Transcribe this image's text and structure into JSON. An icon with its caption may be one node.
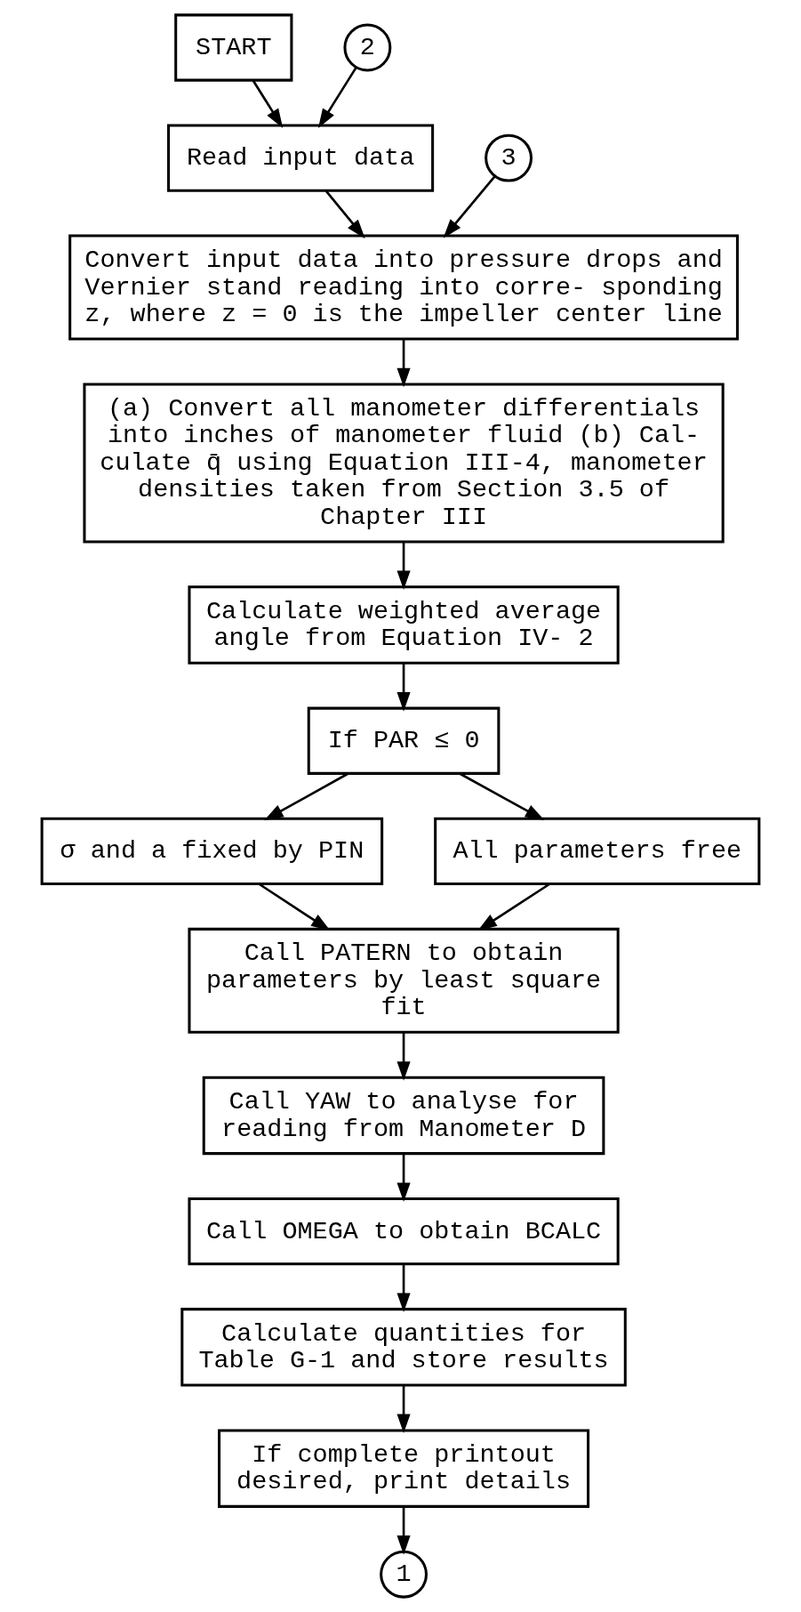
{
  "diagram": {
    "nodes": [
      {
        "text": [
          "START"
        ]
      },
      {
        "text": [
          "2"
        ]
      },
      {
        "text": [
          "Read input data"
        ]
      },
      {
        "text": [
          "3"
        ]
      },
      {
        "text": [
          "Convert input data into pressure drops and Vernier stand reading into corre- sponding z, where z = 0 is the impeller center line"
        ]
      },
      {
        "text": [
          "(a) Convert all manometer differentials into inches of manometer fluid (b) Cal- culate q̄ using Equation III-4, manometer densities taken from Section 3.5 of Chapter III"
        ]
      },
      {
        "text": [
          "Calculate weighted average angle from Equation IV- 2"
        ]
      },
      {
        "text": [
          "If PAR ≤ 0"
        ]
      },
      {
        "text": [
          "σ and a fixed by PIN"
        ]
      },
      {
        "text": [
          "All parameters free"
        ]
      },
      {
        "text": [
          "Call PATERN to obtain parameters by least square fit"
        ]
      },
      {
        "text": [
          "Call YAW to analyse for reading from Manometer D"
        ]
      },
      {
        "text": [
          "Call OMEGA to obtain BCALC"
        ]
      },
      {
        "text": [
          "Calculate quantities for Table G-1 and store results"
        ]
      },
      {
        "text": [
          "If complete printout desired, print details"
        ]
      },
      {
        "text": [
          "1"
        ]
      }
    ],
    "edges": [
      {
        "from": 0,
        "to": 2,
        "arrow": "to"
      },
      {
        "from": 1,
        "to": 2,
        "arrow": "to"
      },
      {
        "from": 2,
        "to": 4,
        "arrow": "to"
      },
      {
        "from": 3,
        "to": 4,
        "arrow": "to"
      },
      {
        "from": 4,
        "to": 5,
        "arrow": "to"
      },
      {
        "from": 5,
        "to": 6,
        "arrow": "to"
      },
      {
        "from": 6,
        "to": 7,
        "arrow": "to"
      },
      {
        "from": 7,
        "to": 8,
        "arrow": "to"
      },
      {
        "from": 7,
        "to": 9,
        "arrow": "to"
      },
      {
        "from": 8,
        "to": 10,
        "arrow": "to"
      },
      {
        "from": 9,
        "to": 10,
        "arrow": "to"
      },
      {
        "from": 10,
        "to": 11,
        "arrow": "to"
      },
      {
        "from": 11,
        "to": 12,
        "arrow": "to"
      },
      {
        "from": 12,
        "to": 13,
        "arrow": "to"
      },
      {
        "from": 13,
        "to": 14,
        "arrow": "to"
      },
      {
        "from": 14,
        "to": 15,
        "arrow": "to"
      }
    ]
  }
}
